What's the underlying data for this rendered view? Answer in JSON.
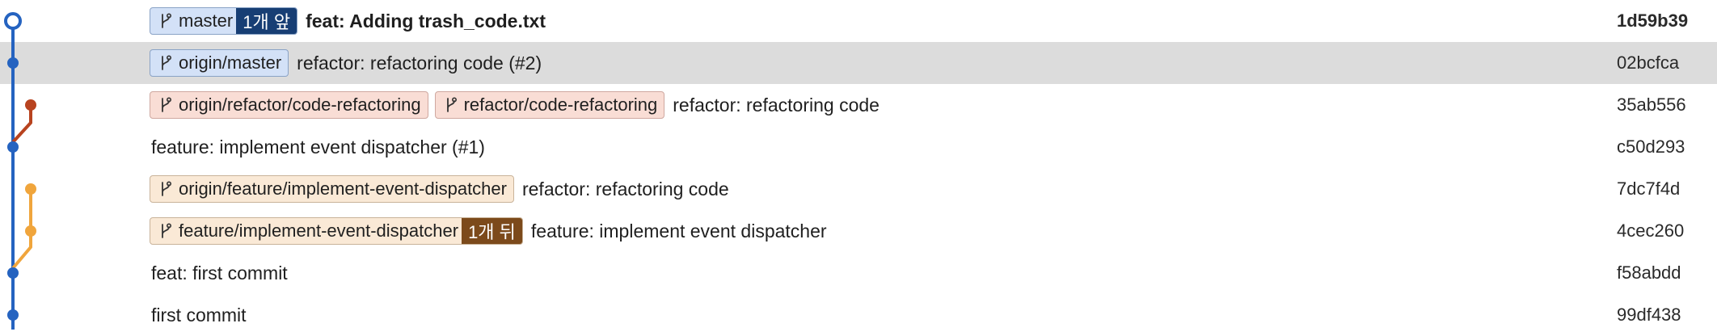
{
  "colors": {
    "main_lane": "#2563c0",
    "refactor_lane": "#b8431f",
    "feature_lane": "#f0a53c",
    "selected_row": "#dcdcdc",
    "badge_navy": "#173e74",
    "badge_brown": "#7c4a1b"
  },
  "commits": [
    {
      "refs": [
        {
          "name": "master",
          "style": "blue",
          "badge": "1개 앞",
          "badge_style": "navy"
        }
      ],
      "message": "feat: Adding trash_code.txt",
      "hash": "1d59b39",
      "bold": true,
      "selected": false
    },
    {
      "refs": [
        {
          "name": "origin/master",
          "style": "blue"
        }
      ],
      "message": "refactor: refactoring code (#2)",
      "hash": "02bcfca",
      "bold": false,
      "selected": true
    },
    {
      "refs": [
        {
          "name": "origin/refactor/code-refactoring",
          "style": "red"
        },
        {
          "name": "refactor/code-refactoring",
          "style": "red"
        }
      ],
      "message": "refactor: refactoring code",
      "hash": "35ab556",
      "bold": false,
      "selected": false
    },
    {
      "refs": [],
      "message": "feature: implement event dispatcher (#1)",
      "hash": "c50d293",
      "bold": false,
      "selected": false
    },
    {
      "refs": [
        {
          "name": "origin/feature/implement-event-dispatcher",
          "style": "orange"
        }
      ],
      "message": "refactor: refactoring code",
      "hash": "7dc7f4d",
      "bold": false,
      "selected": false
    },
    {
      "refs": [
        {
          "name": "feature/implement-event-dispatcher",
          "style": "orange",
          "badge": "1개 뒤",
          "badge_style": "brown"
        }
      ],
      "message": "feature: implement event dispatcher",
      "hash": "4cec260",
      "bold": false,
      "selected": false
    },
    {
      "refs": [],
      "message": "feat: first commit",
      "hash": "f58abdd",
      "bold": false,
      "selected": false
    },
    {
      "refs": [],
      "message": "first commit",
      "hash": "99df438",
      "bold": false,
      "selected": false
    }
  ]
}
